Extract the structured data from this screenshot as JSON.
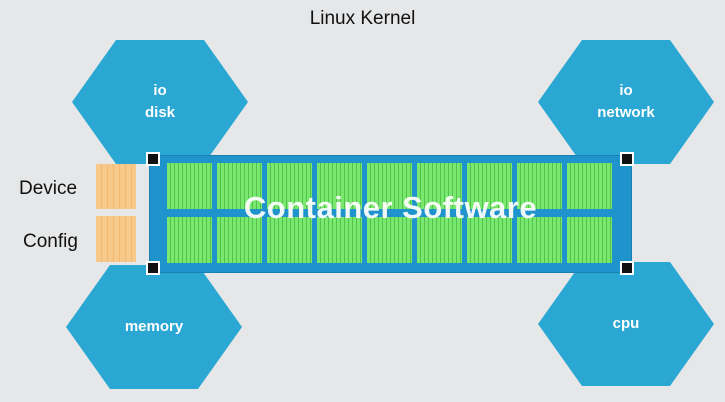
{
  "title": "Linux Kernel",
  "resources": {
    "io_disk": [
      "io",
      "disk"
    ],
    "io_network": [
      "io",
      "network"
    ],
    "memory": "memory",
    "cpu": "cpu"
  },
  "side_labels": {
    "device": "Device",
    "config": "Config"
  },
  "container": {
    "title": "Container Software",
    "rows": 2,
    "columns": 9
  },
  "colors": {
    "background": "#e6e7e8",
    "hexagon": "#2aa7d2",
    "container": "#1f93cc",
    "cells": "#78e86e",
    "config_blocks": "#f7c98a"
  }
}
